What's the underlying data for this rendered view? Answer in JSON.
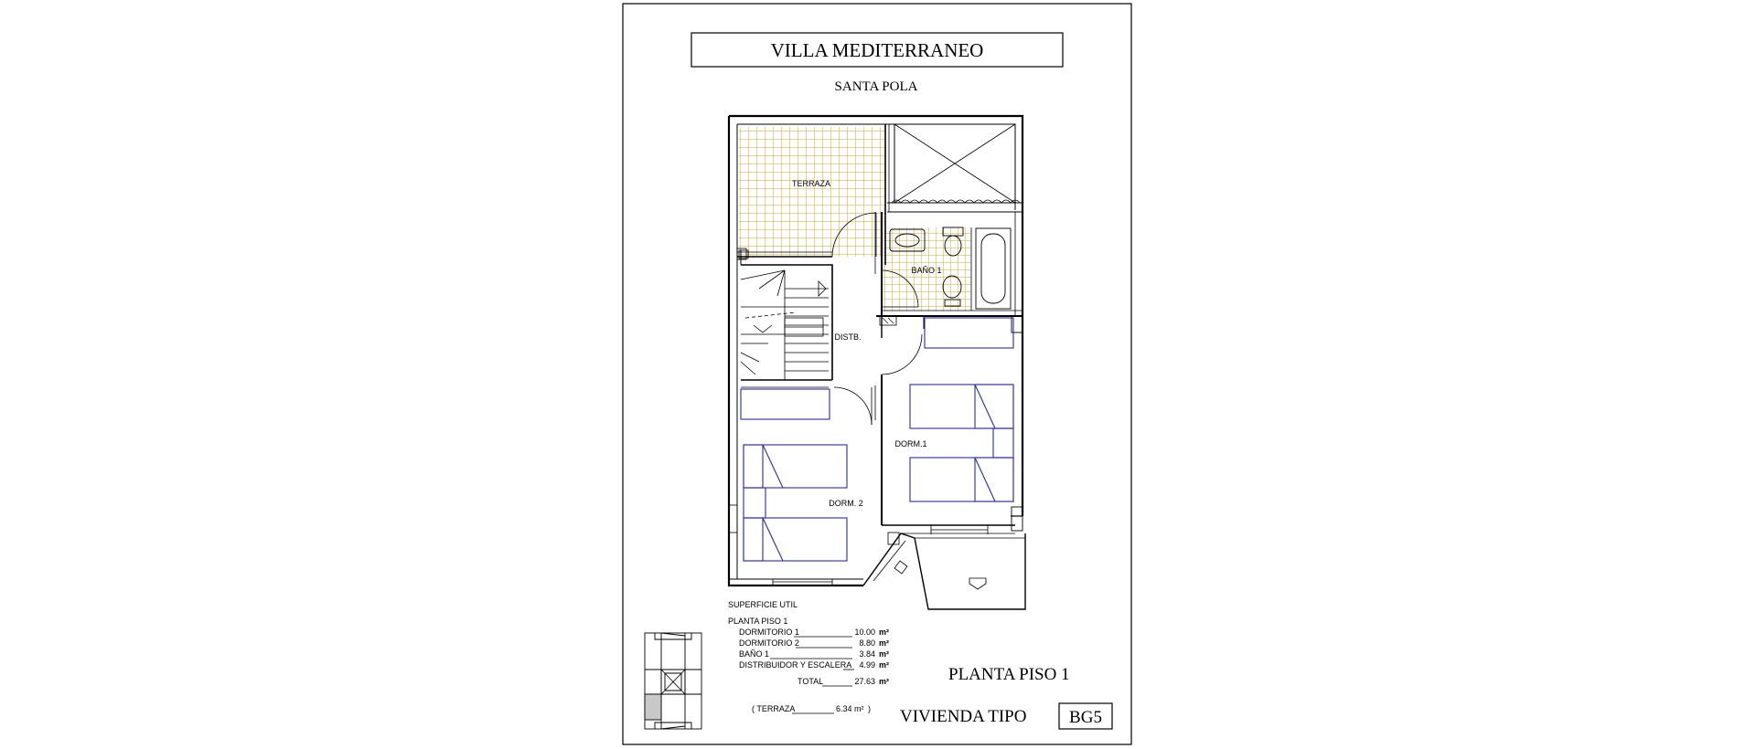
{
  "header": {
    "title": "VILLA MEDITERRANEO",
    "subtitle": "SANTA POLA"
  },
  "rooms": {
    "terraza": "TERRAZA",
    "bano": "BAÑO 1",
    "distb": "DISTB.",
    "dorm1": "DORM.1",
    "dorm2": "DORM. 2"
  },
  "surface": {
    "heading": "SUPERFICIE UTIL",
    "floor": "PLANTA PISO 1",
    "rows": [
      {
        "label": "DORMITORIO 1",
        "value": "10.00",
        "unit": "m²"
      },
      {
        "label": "DORMITORIO 2",
        "value": "8.80",
        "unit": "m²"
      },
      {
        "label": "BAÑO 1",
        "value": "3.84",
        "unit": "m²"
      },
      {
        "label": "DISTRIBUIDOR Y ESCALERA",
        "value": "4.99",
        "unit": "m²"
      }
    ],
    "total_label": "TOTAL",
    "total_value": "27.63",
    "total_unit": "m²",
    "terraza_note_label": "( TERRAZA",
    "terraza_note_value": "6.34 m²",
    "terraza_note_close": ")"
  },
  "footer": {
    "plan_title": "PLANTA  PISO  1",
    "type_label": "VIVIENDA  TIPO",
    "type_code": "BG5"
  },
  "colors": {
    "line": "#000000",
    "furniture": "#2b2bb0",
    "tile": "#e0a020"
  }
}
